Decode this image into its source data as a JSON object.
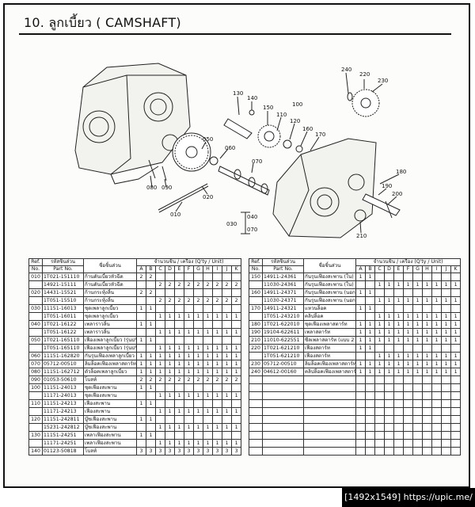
{
  "page": {
    "title": "10. ลูกเบี้ยว ( CAMSHAFT)",
    "footer": "[1492x1549] https://upic.me/"
  },
  "callouts": [
    "240",
    "220",
    "230",
    "130",
    "140",
    "150",
    "100",
    "110",
    "120",
    "160",
    "170",
    "050",
    "060",
    "080",
    "090",
    "070",
    "020",
    "010",
    "180",
    "190",
    "200",
    "210",
    "030",
    "040",
    "070"
  ],
  "table": {
    "headers": {
      "ref": "Ref.",
      "no": "No.",
      "code_th": "รหัสชิ้นส่วน",
      "code_en": "Part No.",
      "name": "ชื่อชิ้นส่วน",
      "qty": "จำนวนชิ้น / เครื่อง (Q'ty / Unit)",
      "cols": [
        "A",
        "B",
        "C",
        "D",
        "E",
        "F",
        "G",
        "H",
        "I",
        "J",
        "K"
      ]
    },
    "left": [
      {
        "ref": "010",
        "code": "1T021-151110",
        "name": "ก้านดันเบี้ยวหัวฉีด",
        "q": [
          "2",
          "2",
          "",
          "",
          "",
          "",
          "",
          "",
          "",
          "",
          ""
        ]
      },
      {
        "ref": "",
        "code": "14921-15111",
        "name": "ก้านดันเบี้ยวหัวฉีด",
        "q": [
          "",
          "",
          "2",
          "2",
          "2",
          "2",
          "2",
          "2",
          "2",
          "2",
          "2"
        ]
      },
      {
        "ref": "020",
        "code": "14431-15521",
        "name": "ก้านกระทุ้งลิ้น",
        "q": [
          "2",
          "2",
          "",
          "",
          "",
          "",
          "",
          "",
          "",
          "",
          ""
        ]
      },
      {
        "ref": "",
        "code": "1T051-15510",
        "name": "ก้านกระทุ้งลิ้น",
        "q": [
          "",
          "",
          "2",
          "2",
          "2",
          "2",
          "2",
          "2",
          "2",
          "2",
          "2"
        ]
      },
      {
        "ref": "030",
        "code": "11151-16013",
        "name": "ชุดเพลาลูกเบี้ยว",
        "q": [
          "1",
          "1",
          "",
          "",
          "",
          "",
          "",
          "",
          "",
          "",
          ""
        ]
      },
      {
        "ref": "",
        "code": "1T051-16011",
        "name": "ชุดเพลาลูกเบี้ยว",
        "q": [
          "",
          "",
          "1",
          "1",
          "1",
          "1",
          "1",
          "1",
          "1",
          "1",
          "1"
        ]
      },
      {
        "ref": "040",
        "code": "1T021-16122",
        "name": "เพลาราวลิ้น",
        "q": [
          "1",
          "1",
          "",
          "",
          "",
          "",
          "",
          "",
          "",
          "",
          ""
        ]
      },
      {
        "ref": "",
        "code": "1T051-16122",
        "name": "เพลาราวลิ้น",
        "q": [
          "",
          "",
          "1",
          "1",
          "1",
          "1",
          "1",
          "1",
          "1",
          "1",
          "1"
        ]
      },
      {
        "ref": "050",
        "code": "1T021-165110",
        "name": "เฟืองเพลาลูกเบี้ยว (รุ่นปรับปรุง)",
        "q": [
          "1",
          "1",
          "",
          "",
          "",
          "",
          "",
          "",
          "",
          "",
          ""
        ]
      },
      {
        "ref": "",
        "code": "1T051-165110",
        "name": "เฟืองเพลาลูกเบี้ยว (รุ่นปรับปรุง)",
        "q": [
          "",
          "",
          "1",
          "1",
          "1",
          "1",
          "1",
          "1",
          "1",
          "1",
          "1"
        ]
      },
      {
        "ref": "060",
        "code": "11151-162820",
        "name": "กันรุนเฟืองเพลาลูกเบี้ยว (ยกเลิก)",
        "q": [
          "1",
          "1",
          "1",
          "1",
          "1",
          "1",
          "1",
          "1",
          "1",
          "1",
          "1"
        ]
      },
      {
        "ref": "070",
        "code": "05712-00510",
        "name": "ลิ่มล็อคเฟืองเพลาสตาร์ท",
        "q": [
          "1",
          "1",
          "1",
          "1",
          "1",
          "1",
          "1",
          "1",
          "1",
          "1",
          "1"
        ]
      },
      {
        "ref": "080",
        "code": "11151-162712",
        "name": "ตัวล็อคเพลาลูกเบี้ยว",
        "q": [
          "1",
          "1",
          "1",
          "1",
          "1",
          "1",
          "1",
          "1",
          "1",
          "1",
          "1"
        ]
      },
      {
        "ref": "090",
        "code": "01053-50610",
        "name": "โบลท์",
        "q": [
          "2",
          "2",
          "2",
          "2",
          "2",
          "2",
          "2",
          "2",
          "2",
          "2",
          "2"
        ]
      },
      {
        "ref": "100",
        "code": "11151-24013",
        "name": "ชุดเฟืองสะพาน",
        "q": [
          "1",
          "1",
          "",
          "",
          "",
          "",
          "",
          "",
          "",
          "",
          ""
        ]
      },
      {
        "ref": "",
        "code": "11171-24013",
        "name": "ชุดเฟืองสะพาน",
        "q": [
          "",
          "",
          "1",
          "1",
          "1",
          "1",
          "1",
          "1",
          "1",
          "1",
          "1"
        ]
      },
      {
        "ref": "110",
        "code": "11151-24213",
        "name": "เฟืองสะพาน",
        "q": [
          "1",
          "1",
          "",
          "",
          "",
          "",
          "",
          "",
          "",
          "",
          ""
        ]
      },
      {
        "ref": "",
        "code": "11171-24213",
        "name": "เฟืองสะพาน",
        "q": [
          "",
          "",
          "1",
          "1",
          "1",
          "1",
          "1",
          "1",
          "1",
          "1",
          "1"
        ]
      },
      {
        "ref": "120",
        "code": "11151-242811",
        "name": "บู๊ชเฟืองสะพาน",
        "q": [
          "1",
          "1",
          "",
          "",
          "",
          "",
          "",
          "",
          "",
          "",
          ""
        ]
      },
      {
        "ref": "",
        "code": "15231-242812",
        "name": "บู๊ชเฟืองสะพาน",
        "q": [
          "",
          "",
          "1",
          "1",
          "1",
          "1",
          "1",
          "1",
          "1",
          "1",
          "1"
        ]
      },
      {
        "ref": "130",
        "code": "11151-24251",
        "name": "เพลาเฟืองสะพาน",
        "q": [
          "1",
          "1",
          "",
          "",
          "",
          "",
          "",
          "",
          "",
          "",
          ""
        ]
      },
      {
        "ref": "",
        "code": "11171-24251",
        "name": "เพลาเฟืองสะพาน",
        "q": [
          "",
          "",
          "1",
          "1",
          "1",
          "1",
          "1",
          "1",
          "1",
          "1",
          "1"
        ]
      },
      {
        "ref": "140",
        "code": "01123-50818",
        "name": "โบลท์",
        "q": [
          "3",
          "3",
          "3",
          "3",
          "3",
          "3",
          "3",
          "3",
          "3",
          "3",
          "3"
        ]
      }
    ],
    "right": [
      {
        "ref": "150",
        "code": "14911-24361",
        "name": "กันรุนเฟืองสะพาน (ใน)",
        "q": [
          "1",
          "1",
          "",
          "",
          "",
          "",
          "",
          "",
          "",
          "",
          ""
        ]
      },
      {
        "ref": "",
        "code": "11030-24361",
        "name": "กันรุนเฟืองสะพาน (ใน)",
        "q": [
          "",
          "",
          "1",
          "1",
          "1",
          "1",
          "1",
          "1",
          "1",
          "1",
          "1"
        ]
      },
      {
        "ref": "160",
        "code": "14911-24371",
        "name": "กันรุนเฟืองสะพาน (นอก)",
        "q": [
          "1",
          "1",
          "",
          "",
          "",
          "",
          "",
          "",
          "",
          "",
          ""
        ]
      },
      {
        "ref": "",
        "code": "11030-24371",
        "name": "กันรุนเฟืองสะพาน (นอก)",
        "q": [
          "",
          "",
          "1",
          "1",
          "1",
          "1",
          "1",
          "1",
          "1",
          "1",
          "1"
        ]
      },
      {
        "ref": "170",
        "code": "14911-24321",
        "name": "แหวนล็อค",
        "q": [
          "1",
          "1",
          "",
          "",
          "",
          "",
          "",
          "",
          "",
          "",
          ""
        ]
      },
      {
        "ref": "",
        "code": "1T051-243210",
        "name": "คลิปล็อค",
        "q": [
          "",
          "",
          "1",
          "1",
          "1",
          "1",
          "1",
          "1",
          "1",
          "1",
          "1"
        ]
      },
      {
        "ref": "180",
        "code": "1T021-622010",
        "name": "ชุดเฟืองเพลาสตาร์ท",
        "q": [
          "1",
          "1",
          "1",
          "1",
          "1",
          "1",
          "1",
          "1",
          "1",
          "1",
          "1"
        ]
      },
      {
        "ref": "190",
        "code": "19104-622611",
        "name": "เพลาสตาร์ท",
        "q": [
          "1",
          "1",
          "1",
          "1",
          "1",
          "1",
          "1",
          "1",
          "1",
          "1",
          "1"
        ]
      },
      {
        "ref": "210",
        "code": "11010-622551",
        "name": "ซีลเพลาสตาร์ท (แบบ 2 ชั้น)",
        "q": [
          "1",
          "1",
          "1",
          "1",
          "1",
          "1",
          "1",
          "1",
          "1",
          "1",
          "1"
        ]
      },
      {
        "ref": "220",
        "code": "1T021-621210",
        "name": "เฟืองสตาร์ท",
        "q": [
          "1",
          "1",
          "",
          "",
          "",
          "",
          "",
          "",
          "",
          "",
          ""
        ]
      },
      {
        "ref": "",
        "code": "1T051-621210",
        "name": "เฟืองสตาร์ท",
        "q": [
          "",
          "",
          "1",
          "1",
          "1",
          "1",
          "1",
          "1",
          "1",
          "1",
          "1"
        ]
      },
      {
        "ref": "230",
        "code": "05712-00510",
        "name": "ลิ่มล็อคเฟืองเพลาสตาร์ท",
        "q": [
          "1",
          "1",
          "1",
          "1",
          "1",
          "1",
          "1",
          "1",
          "1",
          "1",
          "1"
        ]
      },
      {
        "ref": "240",
        "code": "04612-00160",
        "name": "คลิปล็อคเฟืองเพลาสตาร์ท",
        "q": [
          "1",
          "1",
          "1",
          "1",
          "1",
          "1",
          "1",
          "1",
          "1",
          "1",
          "1"
        ]
      },
      {
        "ref": "",
        "code": "",
        "name": "",
        "q": [
          "",
          "",
          "",
          "",
          "",
          "",
          "",
          "",
          "",
          "",
          ""
        ]
      },
      {
        "ref": "",
        "code": "",
        "name": "",
        "q": [
          "",
          "",
          "",
          "",
          "",
          "",
          "",
          "",
          "",
          "",
          ""
        ]
      },
      {
        "ref": "",
        "code": "",
        "name": "",
        "q": [
          "",
          "",
          "",
          "",
          "",
          "",
          "",
          "",
          "",
          "",
          ""
        ]
      },
      {
        "ref": "",
        "code": "",
        "name": "",
        "q": [
          "",
          "",
          "",
          "",
          "",
          "",
          "",
          "",
          "",
          "",
          ""
        ]
      },
      {
        "ref": "",
        "code": "",
        "name": "",
        "q": [
          "",
          "",
          "",
          "",
          "",
          "",
          "",
          "",
          "",
          "",
          ""
        ]
      },
      {
        "ref": "",
        "code": "",
        "name": "",
        "q": [
          "",
          "",
          "",
          "",
          "",
          "",
          "",
          "",
          "",
          "",
          ""
        ]
      },
      {
        "ref": "",
        "code": "",
        "name": "",
        "q": [
          "",
          "",
          "",
          "",
          "",
          "",
          "",
          "",
          "",
          "",
          ""
        ]
      },
      {
        "ref": "",
        "code": "",
        "name": "",
        "q": [
          "",
          "",
          "",
          "",
          "",
          "",
          "",
          "",
          "",
          "",
          ""
        ]
      },
      {
        "ref": "",
        "code": "",
        "name": "",
        "q": [
          "",
          "",
          "",
          "",
          "",
          "",
          "",
          "",
          "",
          "",
          ""
        ]
      },
      {
        "ref": "",
        "code": "",
        "name": "",
        "q": [
          "",
          "",
          "",
          "",
          "",
          "",
          "",
          "",
          "",
          "",
          ""
        ]
      }
    ]
  }
}
